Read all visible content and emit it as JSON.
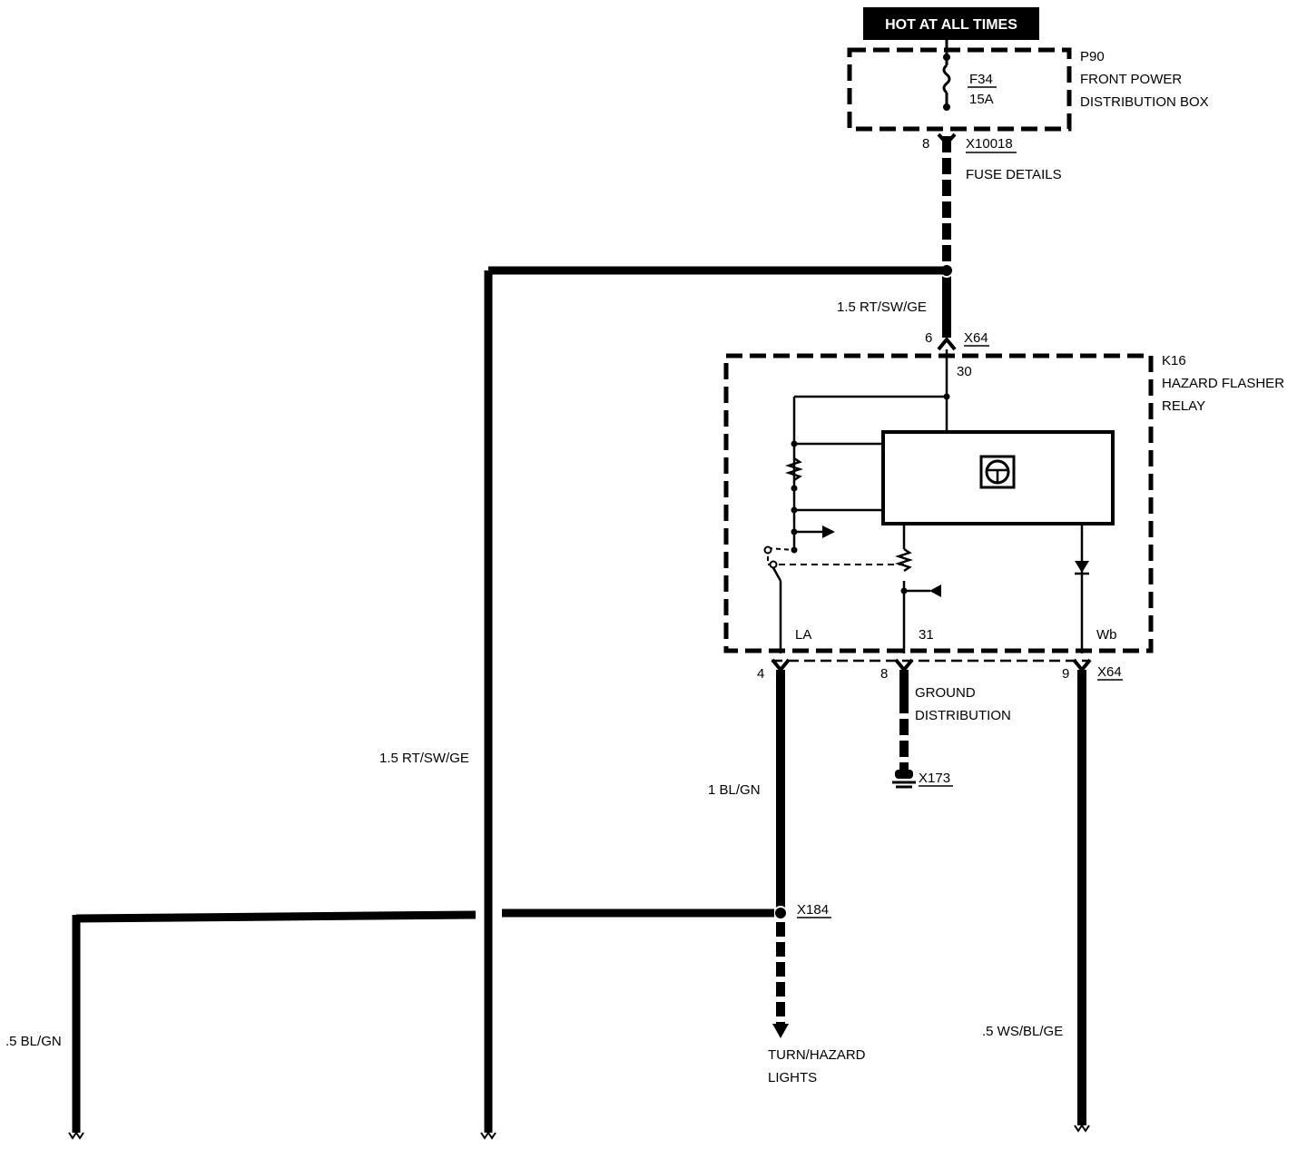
{
  "header": {
    "hot_label": "HOT AT ALL TIMES"
  },
  "fuse_box": {
    "id": "P90",
    "name_line1": "FRONT POWER",
    "name_line2": "DISTRIBUTION BOX",
    "fuse_id": "F34",
    "fuse_rating": "15A",
    "pin": "8",
    "connector": "X10018",
    "fuse_details": "FUSE DETAILS"
  },
  "wires": {
    "supply_wire": "1.5 RT/SW/GE",
    "left_trunk_wire": "1.5 RT/SW/GE",
    "la_output_wire": "1 BL/GN",
    "far_left_wire": ".5 BL/GN",
    "wb_output_wire": ".5 WS/BL/GE"
  },
  "relay": {
    "id": "K16",
    "name_line1": "HAZARD FLASHER",
    "name_line2": "RELAY",
    "in_pin": "6",
    "in_connector": "X64",
    "terminal_30": "30",
    "terminal_la": "LA",
    "terminal_31": "31",
    "terminal_wb": "Wb",
    "pin_la": "4",
    "pin_31": "8",
    "pin_wb": "9",
    "out_connector": "X64"
  },
  "ground": {
    "line1": "GROUND",
    "line2": "DISTRIBUTION",
    "connector": "X173"
  },
  "splice": {
    "id": "X184"
  },
  "destination": {
    "line1": "TURN/HAZARD",
    "line2": "LIGHTS"
  }
}
